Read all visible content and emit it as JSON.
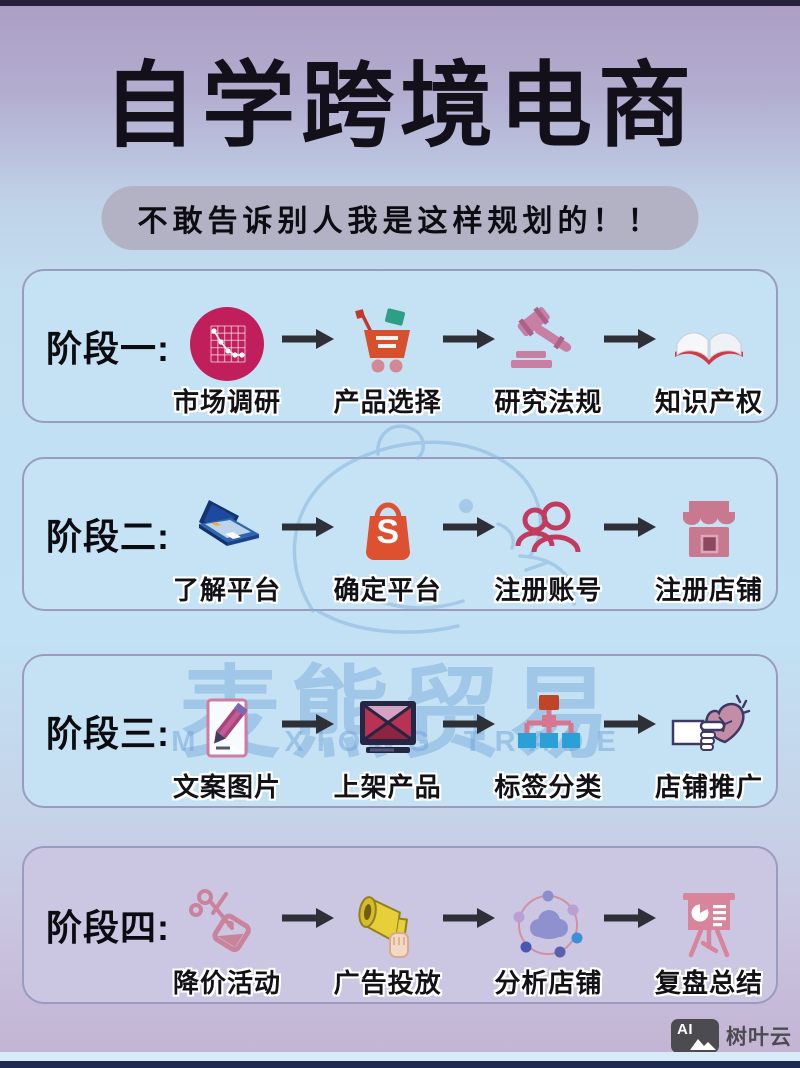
{
  "poster": {
    "title": "自学跨境电商",
    "subtitle": "不敢告诉别人我是这样规划的！！"
  },
  "watermark": {
    "cn": "麦熊贸易",
    "en": "MAI XIONG TRADE"
  },
  "stages": [
    {
      "label": "阶段一:",
      "steps": [
        {
          "name": "市场调研",
          "icon": "market-chart-icon"
        },
        {
          "name": "产品选择",
          "icon": "shopping-cart-icon"
        },
        {
          "name": "研究法规",
          "icon": "gavel-icon"
        },
        {
          "name": "知识产权",
          "icon": "open-book-icon"
        }
      ]
    },
    {
      "label": "阶段二:",
      "steps": [
        {
          "name": "了解平台",
          "icon": "laptop-icon"
        },
        {
          "name": "确定平台",
          "icon": "shopee-bag-icon",
          "letter": "S"
        },
        {
          "name": "注册账号",
          "icon": "user-accounts-icon"
        },
        {
          "name": "注册店铺",
          "icon": "storefront-icon"
        }
      ]
    },
    {
      "label": "阶段三:",
      "steps": [
        {
          "name": "文案图片",
          "icon": "pencil-paper-icon"
        },
        {
          "name": "上架产品",
          "icon": "monitor-icon"
        },
        {
          "name": "标签分类",
          "icon": "category-tree-icon"
        },
        {
          "name": "店铺推广",
          "icon": "hand-heart-icon"
        }
      ]
    },
    {
      "label": "阶段四:",
      "steps": [
        {
          "name": "降价活动",
          "icon": "scissors-price-tag-icon"
        },
        {
          "name": "广告投放",
          "icon": "megaphone-icon"
        },
        {
          "name": "分析店铺",
          "icon": "cloud-network-icon"
        },
        {
          "name": "复盘总结",
          "icon": "presentation-board-icon"
        }
      ]
    }
  ],
  "footer": {
    "badge": "AI",
    "brand": "树叶云"
  },
  "colors": {
    "stage_box_blue": "#c5e2f5",
    "stage_box_lavender": "#cbc7e3",
    "box_border": "#9b9bbf",
    "subtitle_pill": "#b3b1c4",
    "watermark_blue": "#6ea2d6",
    "accent_magenta": "#c11f5b",
    "accent_orange": "#dd4f2e",
    "accent_pink": "#c9798f",
    "arrow_dark": "#2f2f38"
  }
}
